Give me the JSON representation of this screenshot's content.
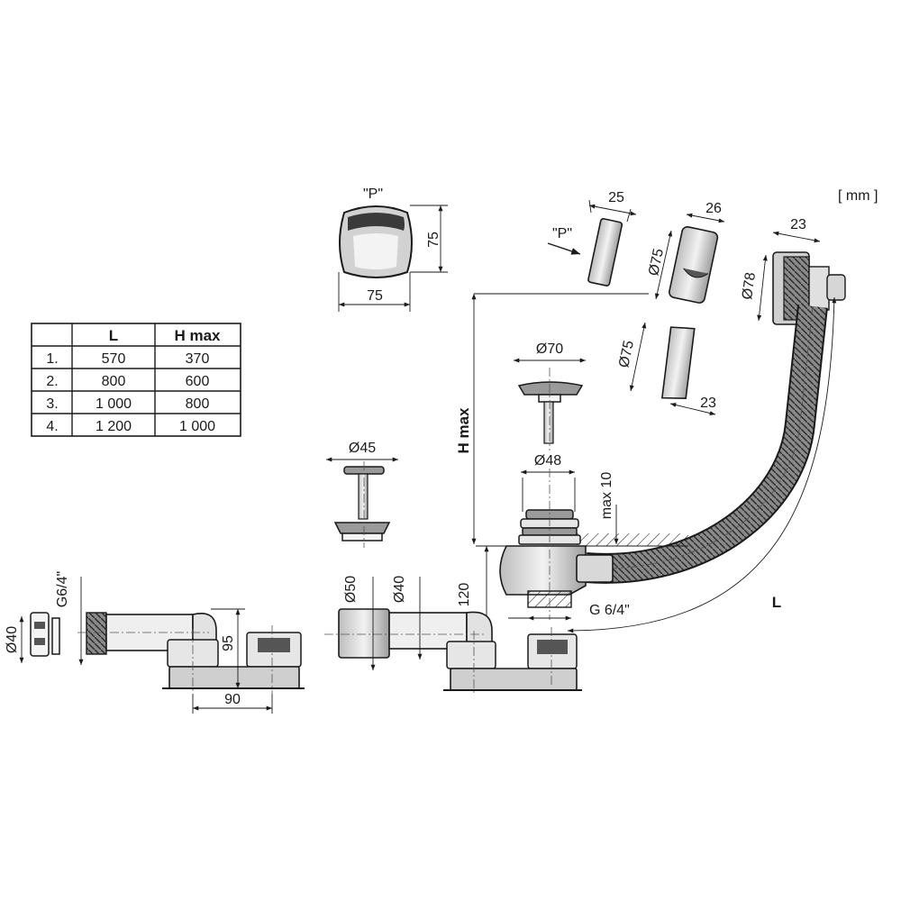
{
  "colors": {
    "ink": "#1a1a1a",
    "metal_fill": "#e6e6e6",
    "dark_fill": "#9a9a9a",
    "background": "#ffffff"
  },
  "units_label": "[ mm ]",
  "table": {
    "headers": [
      "",
      "L",
      "H max"
    ],
    "rows": [
      [
        "1.",
        "570",
        "370"
      ],
      [
        "2.",
        "800",
        "600"
      ],
      [
        "3.",
        "1 000",
        "800"
      ],
      [
        "4.",
        "1 200",
        "1 000"
      ]
    ]
  },
  "knob": {
    "label": "\"P\"",
    "height": "75",
    "width": "75"
  },
  "overflow_caps": {
    "arrow_label": "\"P\"",
    "cap1_depth": "25",
    "cap2_depth": "26",
    "cap2_dia": "Ø75",
    "cap3_depth": "23",
    "cap3_dia": "Ø78",
    "cap4_dia": "Ø75",
    "cap4_depth": "23"
  },
  "plugs": {
    "plug_small_dia": "Ø45",
    "plug_large_dia": "Ø70",
    "body_dia": "Ø48",
    "max_label": "max 10"
  },
  "main_dims": {
    "h_max": "H max",
    "height_120": "120",
    "thread": "G 6/4\"",
    "length": "L",
    "pipe_outer": "Ø50",
    "pipe_inner": "Ø40"
  },
  "left_trap": {
    "thread": "G6/4\"",
    "dia": "Ø40",
    "height": "95",
    "width": "90"
  }
}
